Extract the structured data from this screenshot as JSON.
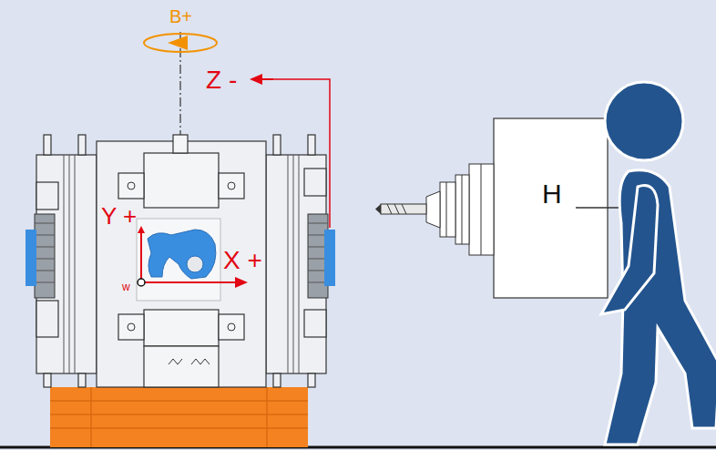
{
  "diagram": {
    "labels": [
      "B+",
      "Z -",
      "Y +",
      "X +",
      "w",
      "H"
    ]
  }
}
